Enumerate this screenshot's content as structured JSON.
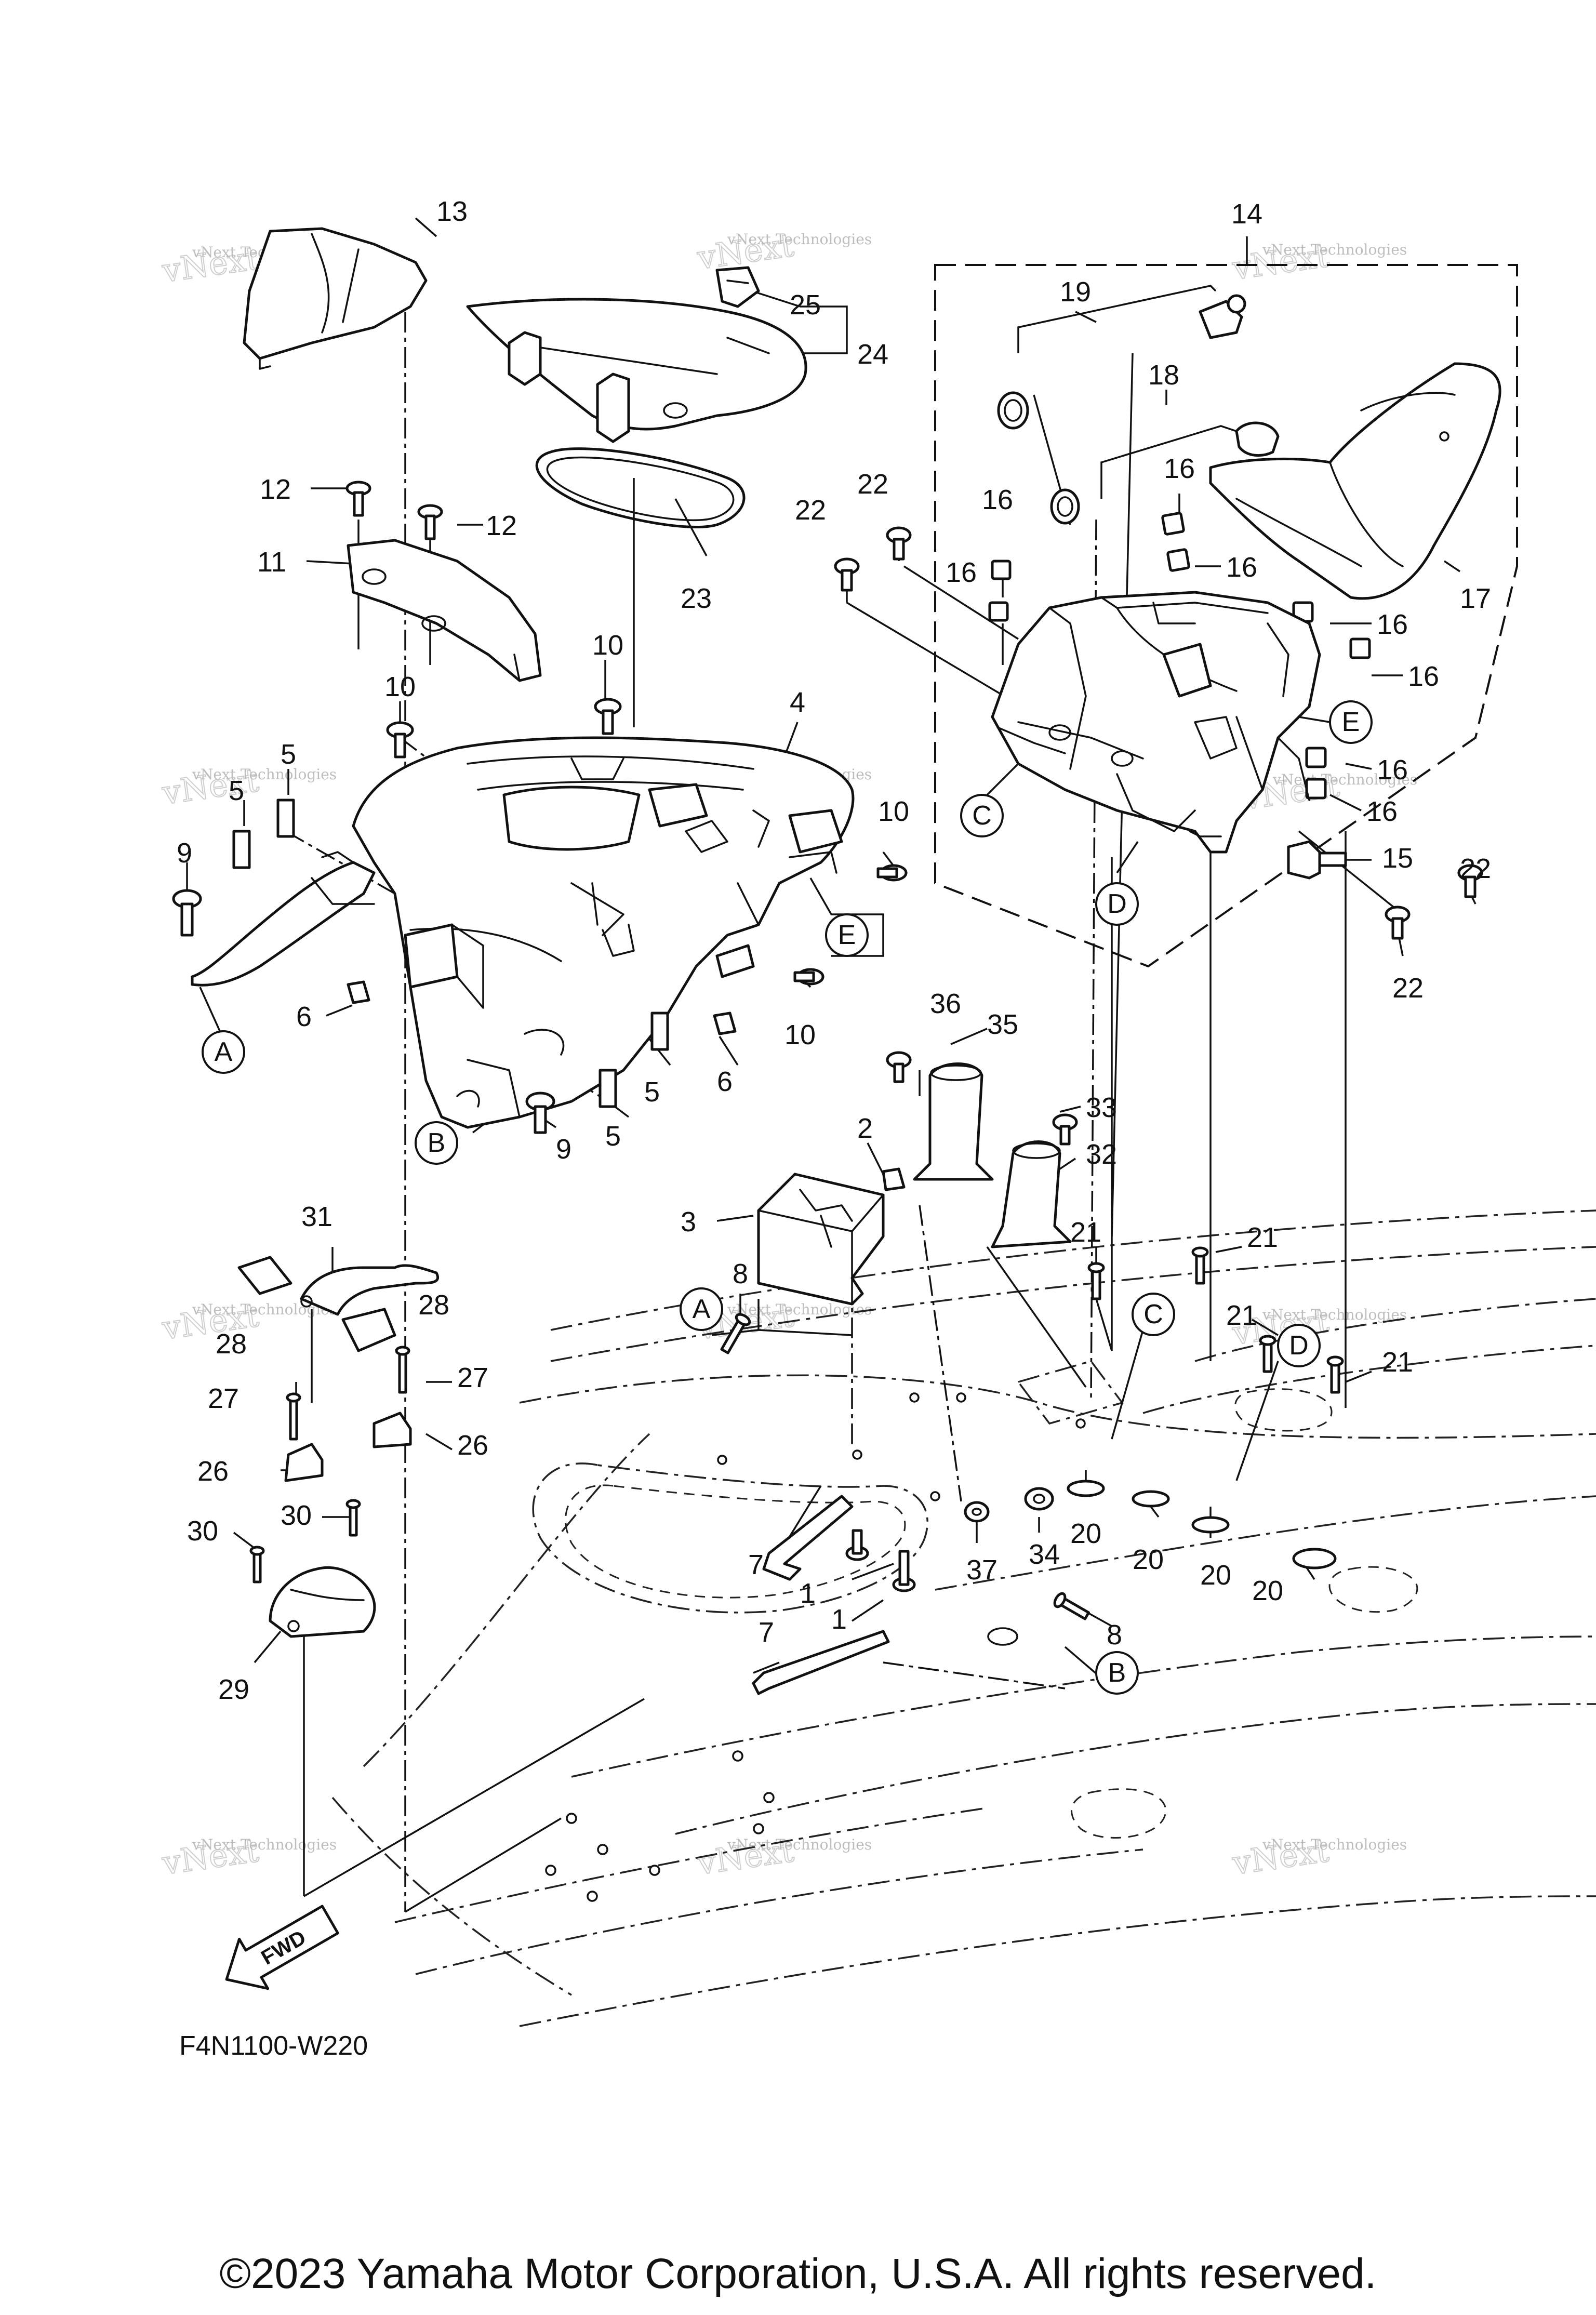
{
  "diagram_code": "F4N1100-W220",
  "direction_label": "FWD",
  "copyright": "©2023 Yamaha Motor Corporation, U.S.A. All rights reserved.",
  "watermark": {
    "line1": "vNext Technologies",
    "line2": "vNext Technologies"
  },
  "callouts": {
    "c1": "1",
    "c2": "2",
    "c3": "3",
    "c4": "4",
    "c5": "5",
    "c6": "6",
    "c7": "7",
    "c8": "8",
    "c9": "9",
    "c10": "10",
    "c11": "11",
    "c12": "12",
    "c13": "13",
    "c14": "14",
    "c15": "15",
    "c16": "16",
    "c17": "17",
    "c18": "18",
    "c19": "19",
    "c20": "20",
    "c21": "21",
    "c22": "22",
    "c23": "23",
    "c24": "24",
    "c25": "25",
    "c26": "26",
    "c27": "27",
    "c28": "28",
    "c29": "29",
    "c30": "30",
    "c31": "31",
    "c32": "32",
    "c33": "33",
    "c34": "34",
    "c35": "35",
    "c36": "36",
    "c37": "37"
  },
  "refs": {
    "A": "A",
    "B": "B",
    "C": "C",
    "D": "D",
    "E": "E"
  }
}
